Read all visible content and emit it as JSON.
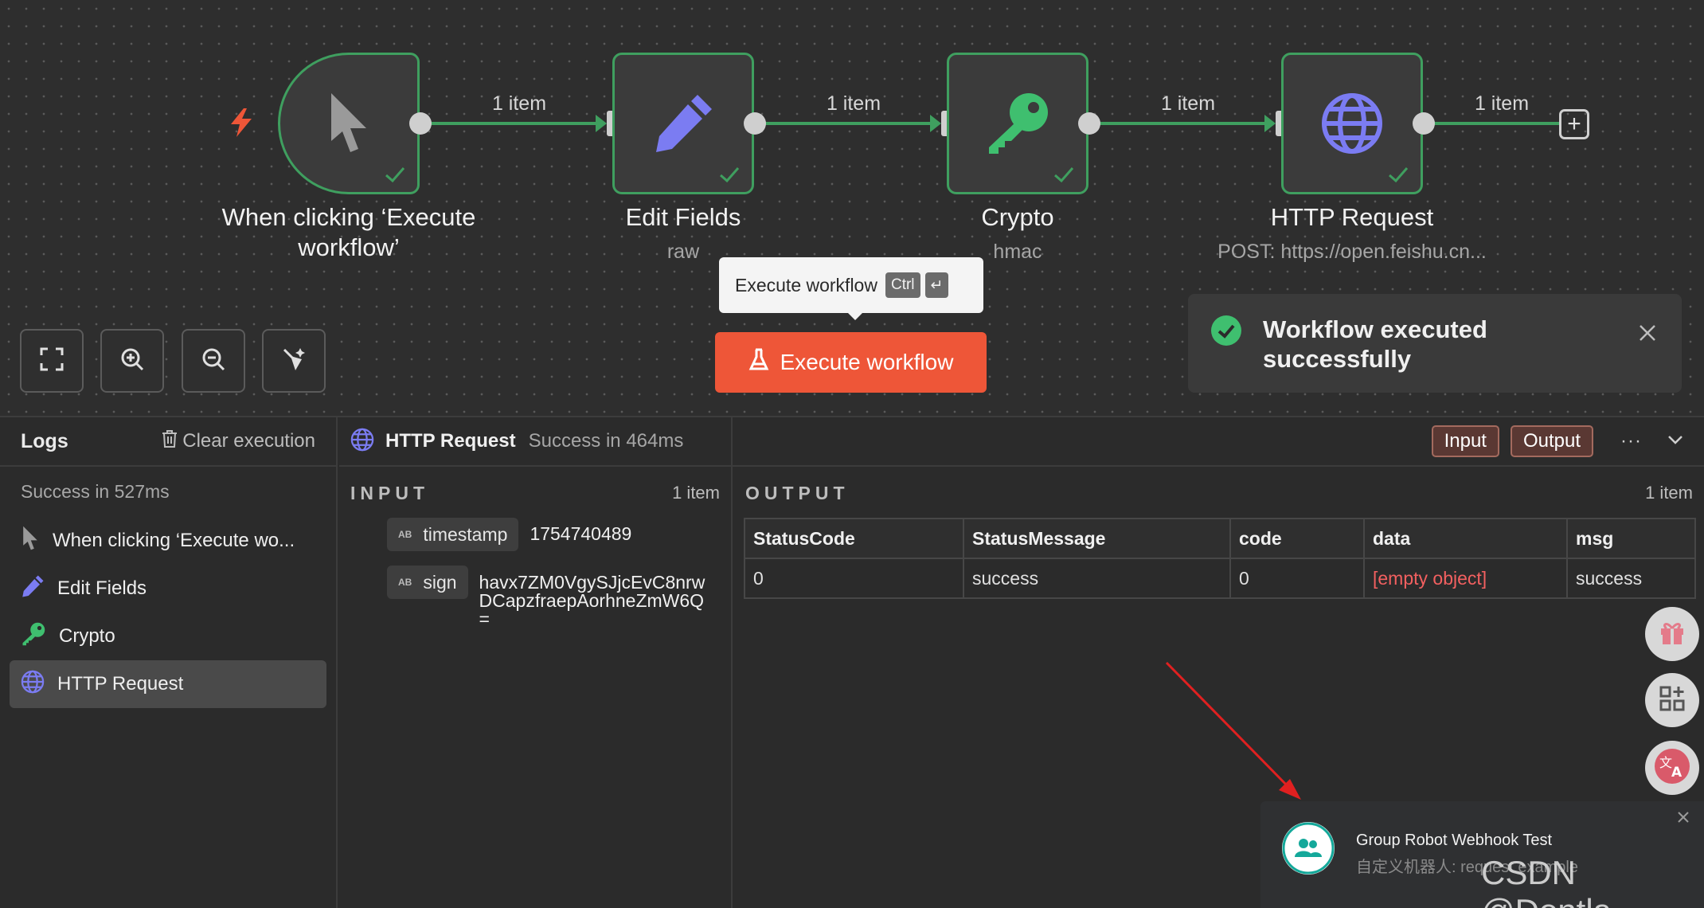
{
  "canvas": {
    "nodes": [
      {
        "title": "When clicking ‘Execute workflow’",
        "subtitle": "",
        "icon": "cursor-icon"
      },
      {
        "title": "Edit Fields",
        "subtitle": "raw",
        "icon": "pencil-icon"
      },
      {
        "title": "Crypto",
        "subtitle": "hmac",
        "icon": "key-icon"
      },
      {
        "title": "HTTP Request",
        "subtitle": "POST: https://open.feishu.cn...",
        "icon": "globe-icon"
      }
    ],
    "connection_labels": [
      "1 item",
      "1 item",
      "1 item",
      "1 item"
    ],
    "add_label": "+",
    "tooltip": {
      "text": "Execute workflow",
      "key1": "Ctrl",
      "key2": "↵"
    },
    "execute_button": "Execute workflow",
    "toast": {
      "message": "Workflow executed successfully"
    },
    "colors": {
      "success": "#3f9f5f",
      "accent": "#ee5638",
      "pencil": "#7b7cf2",
      "key": "#3fbf6f",
      "globe": "#7b7cf2"
    }
  },
  "logs": {
    "title": "Logs",
    "clear": "Clear execution",
    "summary": "Success in 527ms",
    "items": [
      {
        "label": "When clicking ‘Execute wo...",
        "icon": "cursor-icon"
      },
      {
        "label": "Edit Fields",
        "icon": "pencil-icon"
      },
      {
        "label": "Crypto",
        "icon": "key-icon"
      },
      {
        "label": "HTTP Request",
        "icon": "globe-icon"
      }
    ]
  },
  "detail": {
    "node": "HTTP Request",
    "status": "Success in 464ms",
    "input_btn": "Input",
    "output_btn": "Output",
    "more": "···",
    "input": {
      "label": "INPUT",
      "count": "1 item",
      "fields": [
        {
          "type": "AB",
          "key": "timestamp",
          "value": "1754740489"
        },
        {
          "type": "AB",
          "key": "sign",
          "value": "havx7ZM0VgySJjcEvC8nrwDCapzfraepAorhneZmW6Q="
        }
      ]
    },
    "output": {
      "label": "OUTPUT",
      "count": "1 item",
      "columns": [
        "StatusCode",
        "StatusMessage",
        "code",
        "data",
        "msg"
      ],
      "rows": [
        [
          "0",
          "success",
          "0",
          "[empty object]",
          "success"
        ]
      ]
    }
  },
  "notification": {
    "title": "Group Robot Webhook Test",
    "subtitle": "自定义机器人: request example"
  },
  "watermark": "CSDN @Dontla"
}
